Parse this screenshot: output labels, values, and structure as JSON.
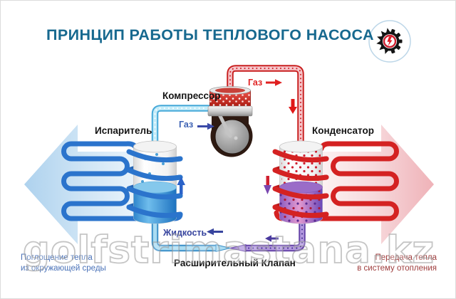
{
  "title": "ПРИНЦИП РАБОТЫ ТЕПЛОВОГО НАСОСА",
  "watermark": "golfstrimastana.kz",
  "labels": {
    "compressor": "Компрессор",
    "evaporator": "Испаритель",
    "condenser": "Конденсатор",
    "expansion_valve": "Расширительный Клапан",
    "gas_cold": "Газ",
    "gas_hot": "Газ",
    "liquid": "Жидкость"
  },
  "captions": {
    "left": "Поглощение тепла\nиз окружающей среды",
    "right": "Передача тепла\nв систему отопления"
  },
  "icons": {
    "logo": "gear-sun-lightning-logo",
    "arrows": "flow-direction-arrows"
  },
  "colors": {
    "title": "#17698f",
    "cold_pipe": "#2b74cc",
    "hot_pipe": "#d42222",
    "cold_caption": "#4a72b8",
    "hot_caption": "#9e3c3c",
    "left_arrow_fill": "#b3d5ee",
    "right_arrow_fill": "#f0b6bb",
    "condenser_liquid": "#7a52c4",
    "evaporator_liquid": "#2a88d4"
  }
}
